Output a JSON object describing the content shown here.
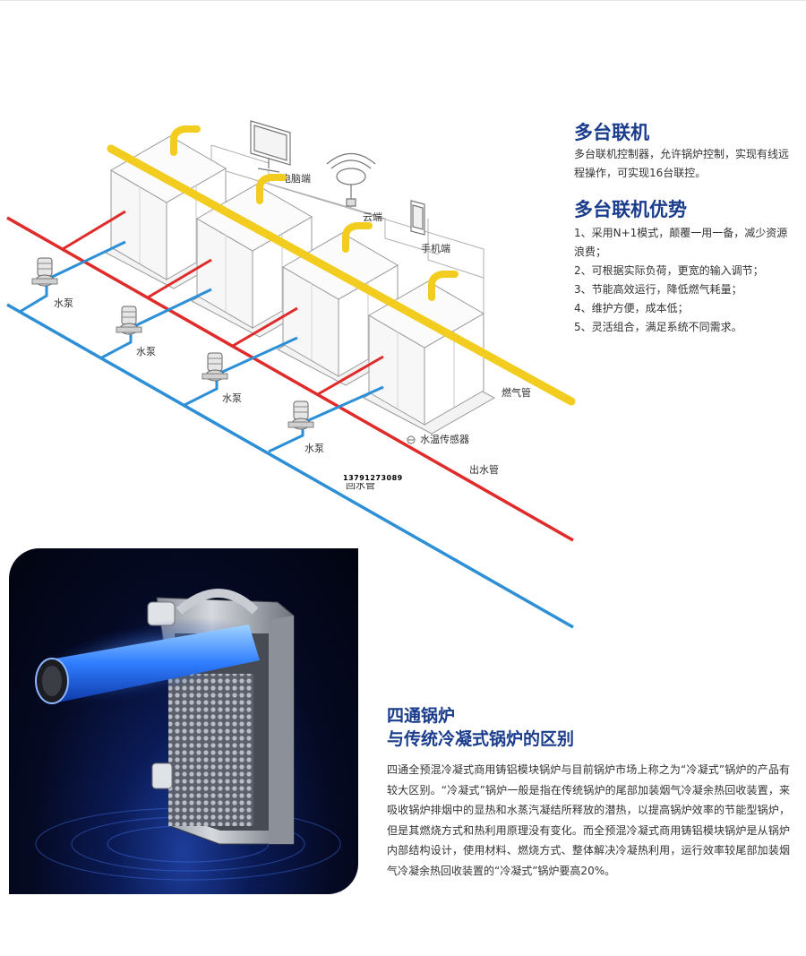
{
  "section1": {
    "title": "多台联机",
    "description": "多台联机控制器，允许锅炉控制，实现有线远程操作，可实现16台联控。"
  },
  "section2": {
    "title": "多台联机优势",
    "items": [
      "1、采用N+1模式，颠覆一用一备，减少资源浪费；",
      "2、可根据实际负荷，更宽的输入调节；",
      "3、节能高效运行，降低燃气耗量；",
      "4、维护方便，成本低；",
      "5、灵活组合，满足系统不同需求。"
    ]
  },
  "diagram": {
    "labels": {
      "computer": "电脑端",
      "cloud": "云端",
      "phone": "手机端",
      "pump": "水泵",
      "gas_pipe": "燃气管",
      "temp_sensor": "水温传感器",
      "outlet_pipe": "出水管",
      "return_pipe": "回水管"
    },
    "phone_number": "13791273089",
    "colors": {
      "gas_pipe": "#f2cd1f",
      "outlet_pipe": "#e02b2b",
      "return_pipe": "#2d8fd6",
      "outline": "#9a9a9a"
    }
  },
  "section3": {
    "title_line1": "四通锅炉",
    "title_line2": "与传统冷凝式锅炉的区别",
    "body": "四通全预混冷凝式商用铸铝模块锅炉与目前锅炉市场上称之为“冷凝式”锅炉的产品有较大区别。“冷凝式”锅炉一般是指在传统锅炉的尾部加装烟气冷凝余热回收装置，来吸收锅炉排烟中的显热和水蒸汽凝结所释放的潜热，以提高锅炉效率的节能型锅炉，但是其燃烧方式和热利用原理没有变化。而全预混冷凝式商用铸铝模块锅炉是从锅炉内部结构设计，使用材料、燃烧方式、整体解决冷凝热利用，运行效率较尾部加装烟气冷凝余热回收装置的“冷凝式”锅炉要高20%。"
  },
  "theme": {
    "heading_color": "#1a3c8c",
    "text_color": "#333333"
  }
}
